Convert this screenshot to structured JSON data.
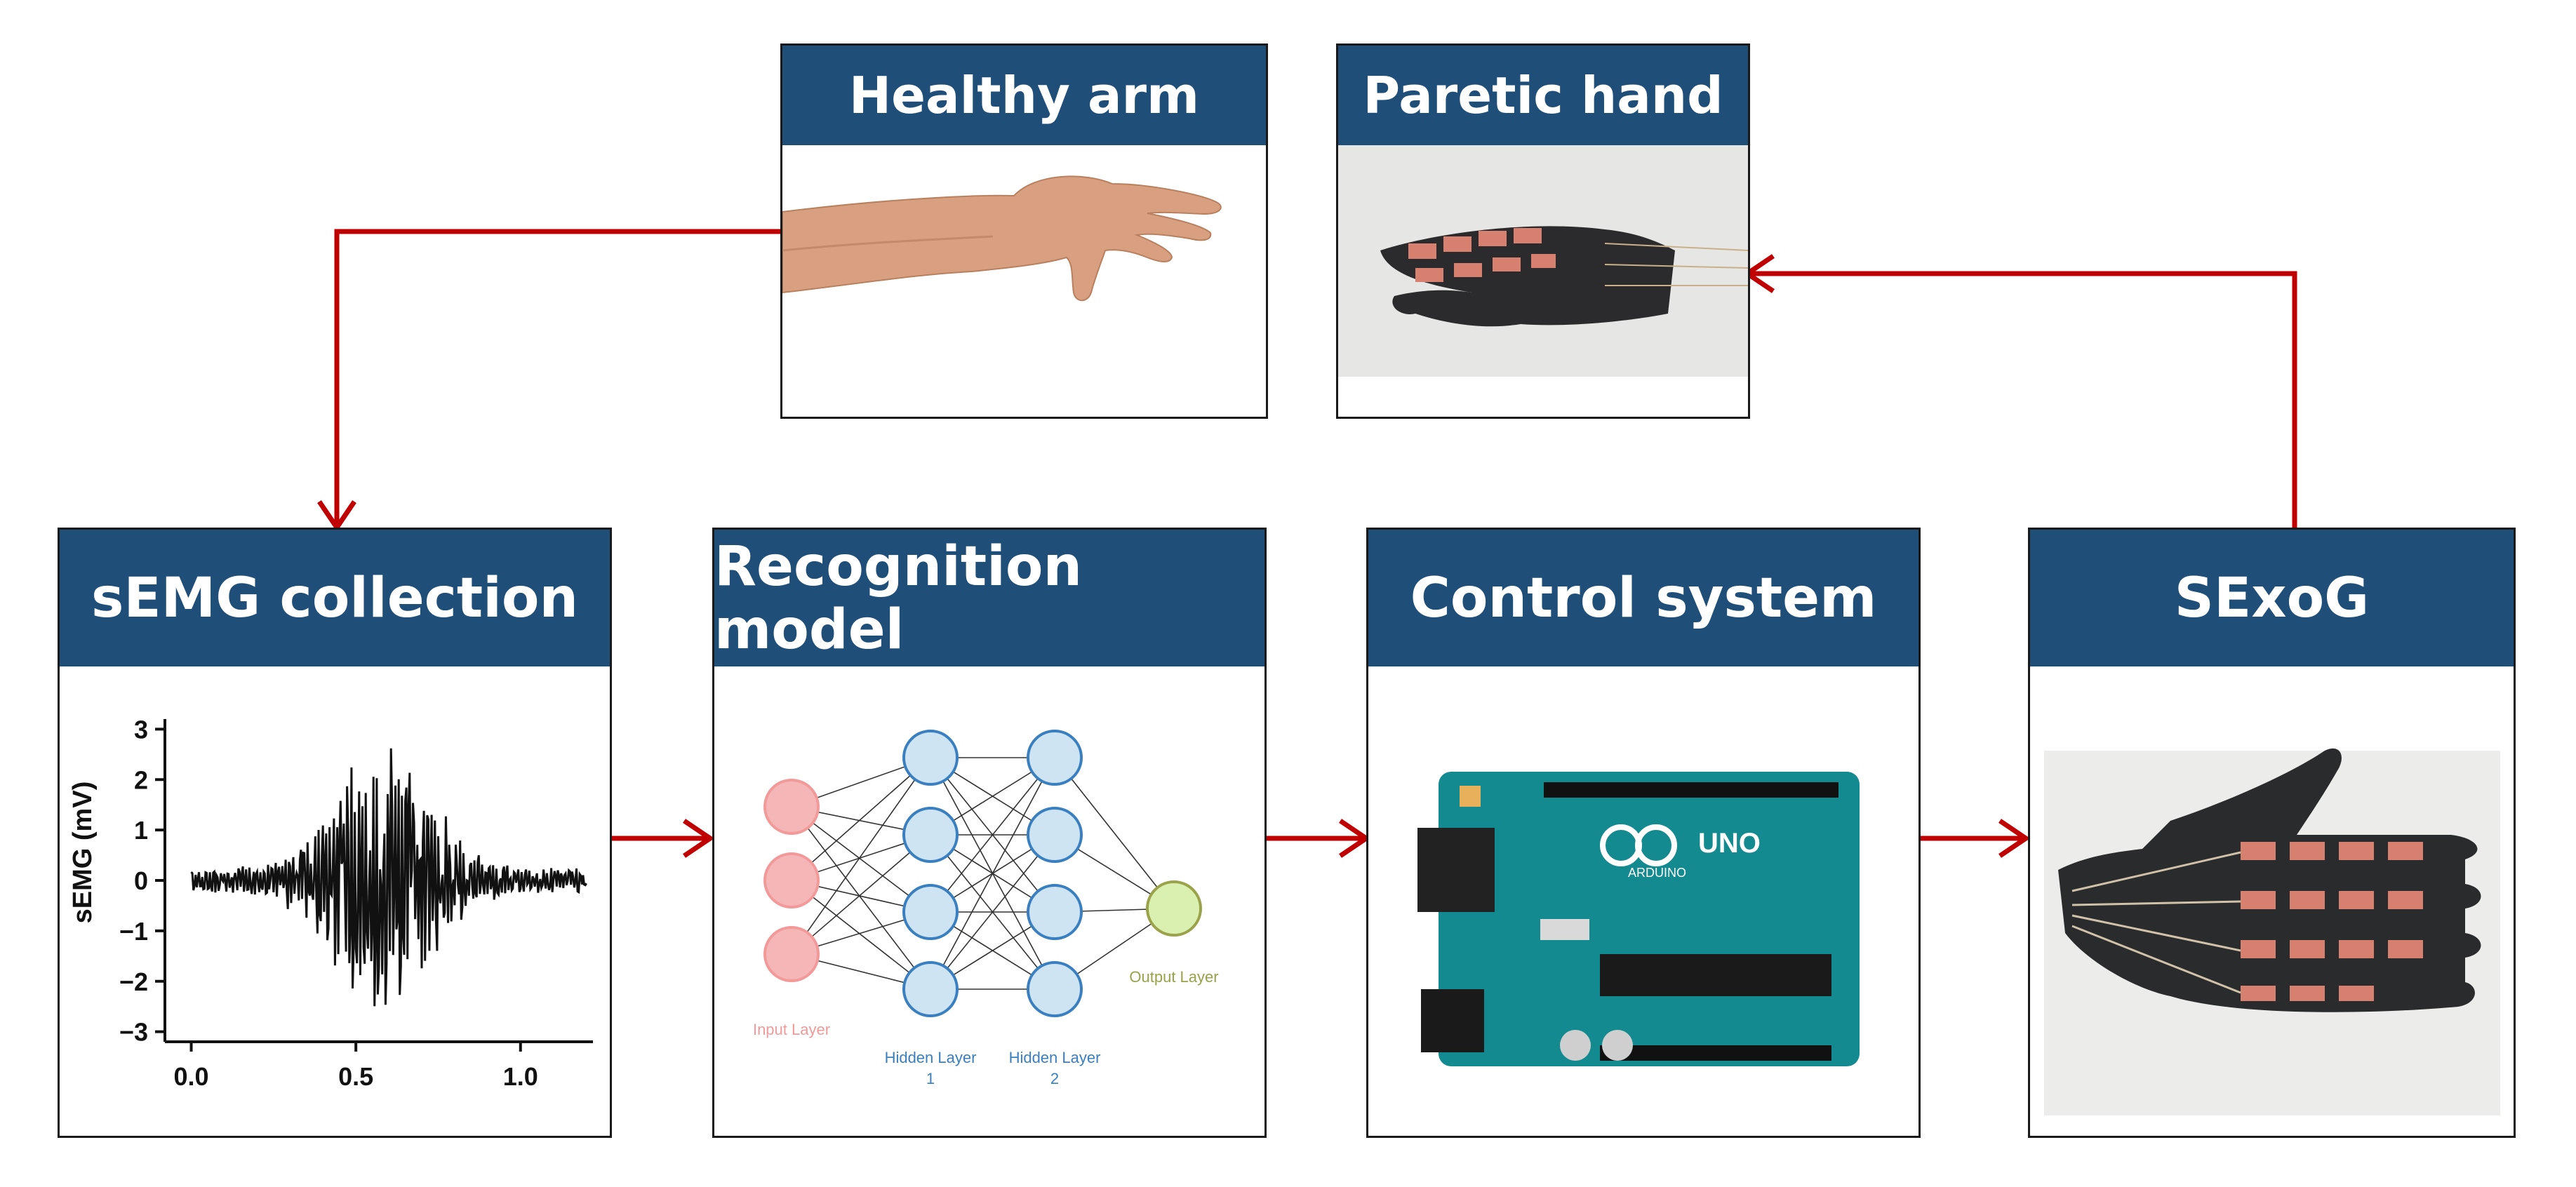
{
  "boxes": {
    "healthy_arm": {
      "title": "Healthy arm"
    },
    "paretic_hand": {
      "title": "Paretic hand"
    },
    "semg": {
      "title": "sEMG collection"
    },
    "recognition": {
      "title": "Recognition model"
    },
    "control": {
      "title": "Control system"
    },
    "sexog": {
      "title": "SExoG"
    }
  },
  "semg_plot": {
    "ylabel": "sEMG (mV)",
    "yticks": [
      "3",
      "2",
      "1",
      "0",
      "−1",
      "−2",
      "−3"
    ],
    "xticks": [
      "0.0",
      "0.5",
      "1.0"
    ],
    "ylim": [
      -3.2,
      3.2
    ],
    "xlim": [
      -0.08,
      1.22
    ]
  },
  "network": {
    "input_label": "Input Layer",
    "hidden1_label_a": "Hidden Layer",
    "hidden1_label_b": "1",
    "hidden2_label_a": "Hidden Layer",
    "hidden2_label_b": "2",
    "output_label": "Output Layer",
    "layers": [
      3,
      4,
      4,
      1
    ]
  },
  "board": {
    "brand_a": "UNO",
    "brand_b": "ARDUINO"
  },
  "colors": {
    "header": "#1f4e79",
    "arrow": "#c00000",
    "input_node": "#f4b6b6",
    "hidden_node": "#cfe4f2",
    "output_node": "#d9f0b0",
    "board": "#138a8f"
  }
}
